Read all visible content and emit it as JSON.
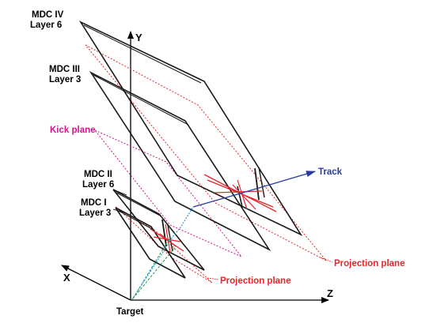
{
  "labels": {
    "mdc4_line1": "MDC IV",
    "mdc4_line2": "Layer 6",
    "mdc3_line1": "MDC III",
    "mdc3_line2": "Layer 3",
    "kick_plane": "Kick plane",
    "mdc2_line1": "MDC II",
    "mdc2_line2": "Layer 6",
    "mdc1_line1": "MDC I",
    "mdc1_line2": "Layer 3",
    "track": "Track",
    "projection_plane_right": "Projection plane",
    "projection_plane_bottom": "Projection plane",
    "target": "Target"
  },
  "axes": {
    "x": "X",
    "y": "Y",
    "z": "Z"
  },
  "colors": {
    "detector": "#1a1a1a",
    "projection": "#e8252a",
    "kick": "#d4148a",
    "track_inner": "#1ea0e6",
    "track_outer": "#2a3aa0",
    "track_green": "#1a9a3a",
    "hits": "#e8252a"
  }
}
